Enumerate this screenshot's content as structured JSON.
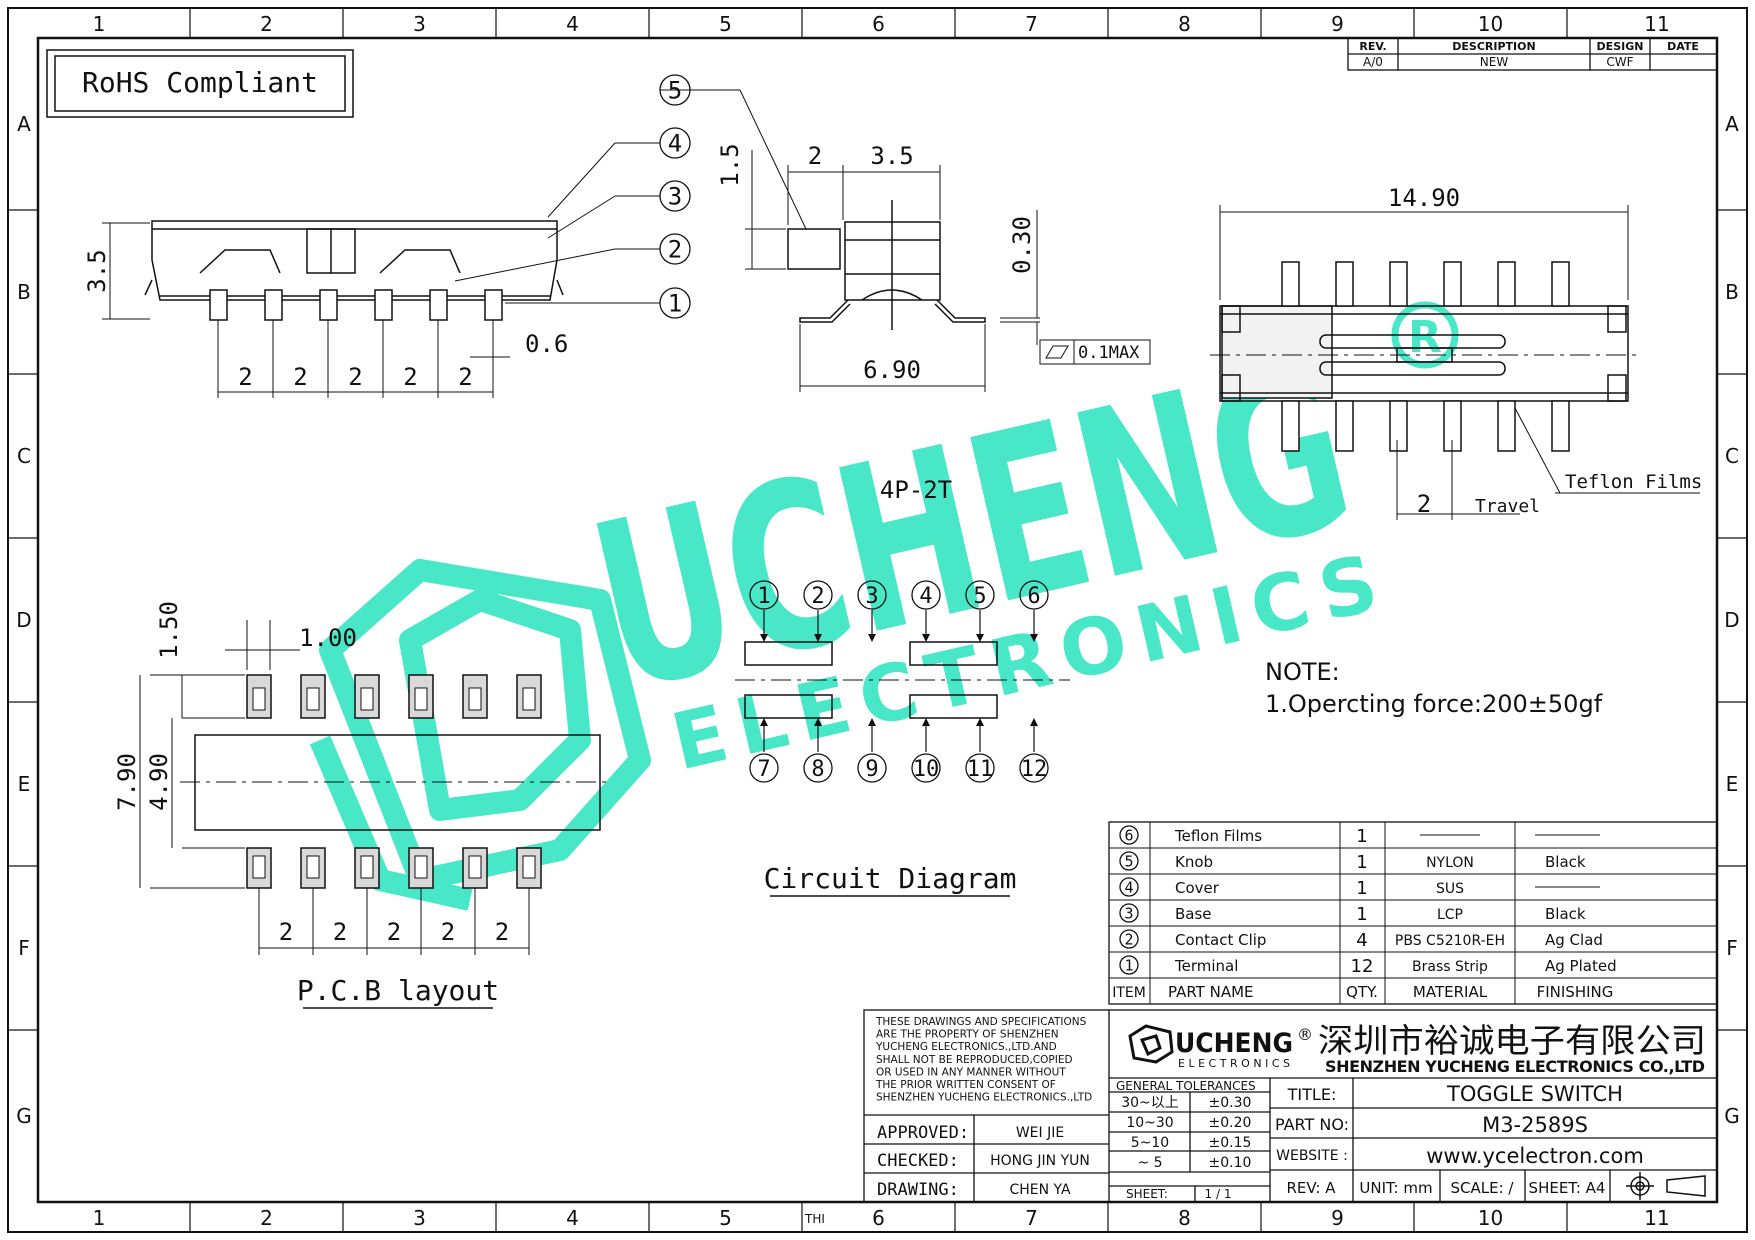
{
  "border": {
    "columns": [
      "1",
      "2",
      "3",
      "4",
      "5",
      "6",
      "7",
      "8",
      "9",
      "10",
      "11"
    ],
    "rows": [
      "A",
      "B",
      "C",
      "D",
      "E",
      "F",
      "G"
    ],
    "bottom_note": "THI"
  },
  "rohs": "RoHS Compliant",
  "revision": {
    "headers": [
      "REV.",
      "DESCRIPTION",
      "DESIGN",
      "DATE"
    ],
    "row": [
      "A/0",
      "NEW",
      "CWF",
      ""
    ]
  },
  "side_view": {
    "height": "3.5",
    "pitches": [
      "2",
      "2",
      "2",
      "2",
      "2"
    ],
    "pin_width": "0.6",
    "callouts": [
      "5",
      "4",
      "3",
      "2",
      "1"
    ]
  },
  "front_view": {
    "dim_knob_height": "1.5",
    "dim_knob_width": "2",
    "dim_body_top": "3.5",
    "dim_lead_thk": "0.30",
    "dim_width": "6.90",
    "flatness": "0.1MAX"
  },
  "top_view": {
    "length": "14.90",
    "travel_value": "2",
    "travel_label": "Travel",
    "teflon_label": "Teflon Films"
  },
  "circuit": {
    "config": "4P-2T",
    "top_pins": [
      "1",
      "2",
      "3",
      "4",
      "5",
      "6"
    ],
    "bottom_pins": [
      "7",
      "8",
      "9",
      "10",
      "11",
      "12"
    ],
    "caption": "Circuit Diagram"
  },
  "pcb": {
    "pad_length": "1.50",
    "pad_width": "1.00",
    "total": "7.90",
    "inner": "4.90",
    "pitches": [
      "2",
      "2",
      "2",
      "2",
      "2"
    ],
    "caption": "P.C.B layout"
  },
  "note": {
    "title": "NOTE:",
    "line1": "1.Opercting force:200±50gf"
  },
  "bom": {
    "header": [
      "ITEM",
      "PART NAME",
      "QTY.",
      "MATERIAL",
      "FINISHING"
    ],
    "rows": [
      {
        "item": "6",
        "name": "Teflon Films",
        "qty": "1",
        "material": "",
        "finishing": ""
      },
      {
        "item": "5",
        "name": "Knob",
        "qty": "1",
        "material": "NYLON",
        "finishing": "Black"
      },
      {
        "item": "4",
        "name": "Cover",
        "qty": "1",
        "material": "SUS",
        "finishing": ""
      },
      {
        "item": "3",
        "name": "Base",
        "qty": "1",
        "material": "LCP",
        "finishing": "Black"
      },
      {
        "item": "2",
        "name": "Contact Clip",
        "qty": "4",
        "material": "PBS C5210R-EH",
        "finishing": "Ag Clad"
      },
      {
        "item": "1",
        "name": "Terminal",
        "qty": "12",
        "material": "Brass Strip",
        "finishing": "Ag Plated"
      }
    ]
  },
  "title_block": {
    "disclaimer": [
      "THESE DRAWINGS AND SPECIFICATIONS",
      "ARE THE PROPERTY OF SHENZHEN",
      "YUCHENG ELECTRONICS.,LTD.AND",
      "SHALL NOT BE REPRODUCED,COPIED",
      "OR USED IN ANY MANNER WITHOUT",
      "THE PRIOR WRITTEN CONSENT OF",
      "SHENZHEN YUCHENG ELECTRONICS.,LTD"
    ],
    "logo_main": "UCHENG",
    "logo_sub": "ELECTRONICS",
    "company_cn": "深圳市裕诚电子有限公司",
    "company_en": "SHENZHEN YUCHENG ELECTRONICS CO.,LTD",
    "approved_label": "APPROVED:",
    "approved": "WEI JIE",
    "checked_label": "CHECKED:",
    "checked": "HONG JIN YUN",
    "drawing_label": "DRAWING:",
    "drawing": "CHEN YA",
    "tol_title": "GENERAL TOLERANCES",
    "tolerances": [
      [
        "30~以上",
        "±0.30"
      ],
      [
        "10~30",
        "±0.20"
      ],
      [
        "5~10",
        "±0.15"
      ],
      [
        "~ 5",
        "±0.10"
      ]
    ],
    "sheet_label": "SHEET:",
    "sheet": "1 / 1",
    "title_label": "TITLE:",
    "title": "TOGGLE SWITCH",
    "part_label": "PART NO:",
    "part": "M3-2589S",
    "web_label": "WEBSITE :",
    "web": "www.ycelectron.com",
    "rev": "REV: A",
    "unit": "UNIT: mm",
    "scale": "SCALE: /",
    "sheet_size": "SHEET: A4"
  },
  "watermark": {
    "main": "UCHENG",
    "sub": "ELECTRONICS",
    "reg": "R"
  }
}
